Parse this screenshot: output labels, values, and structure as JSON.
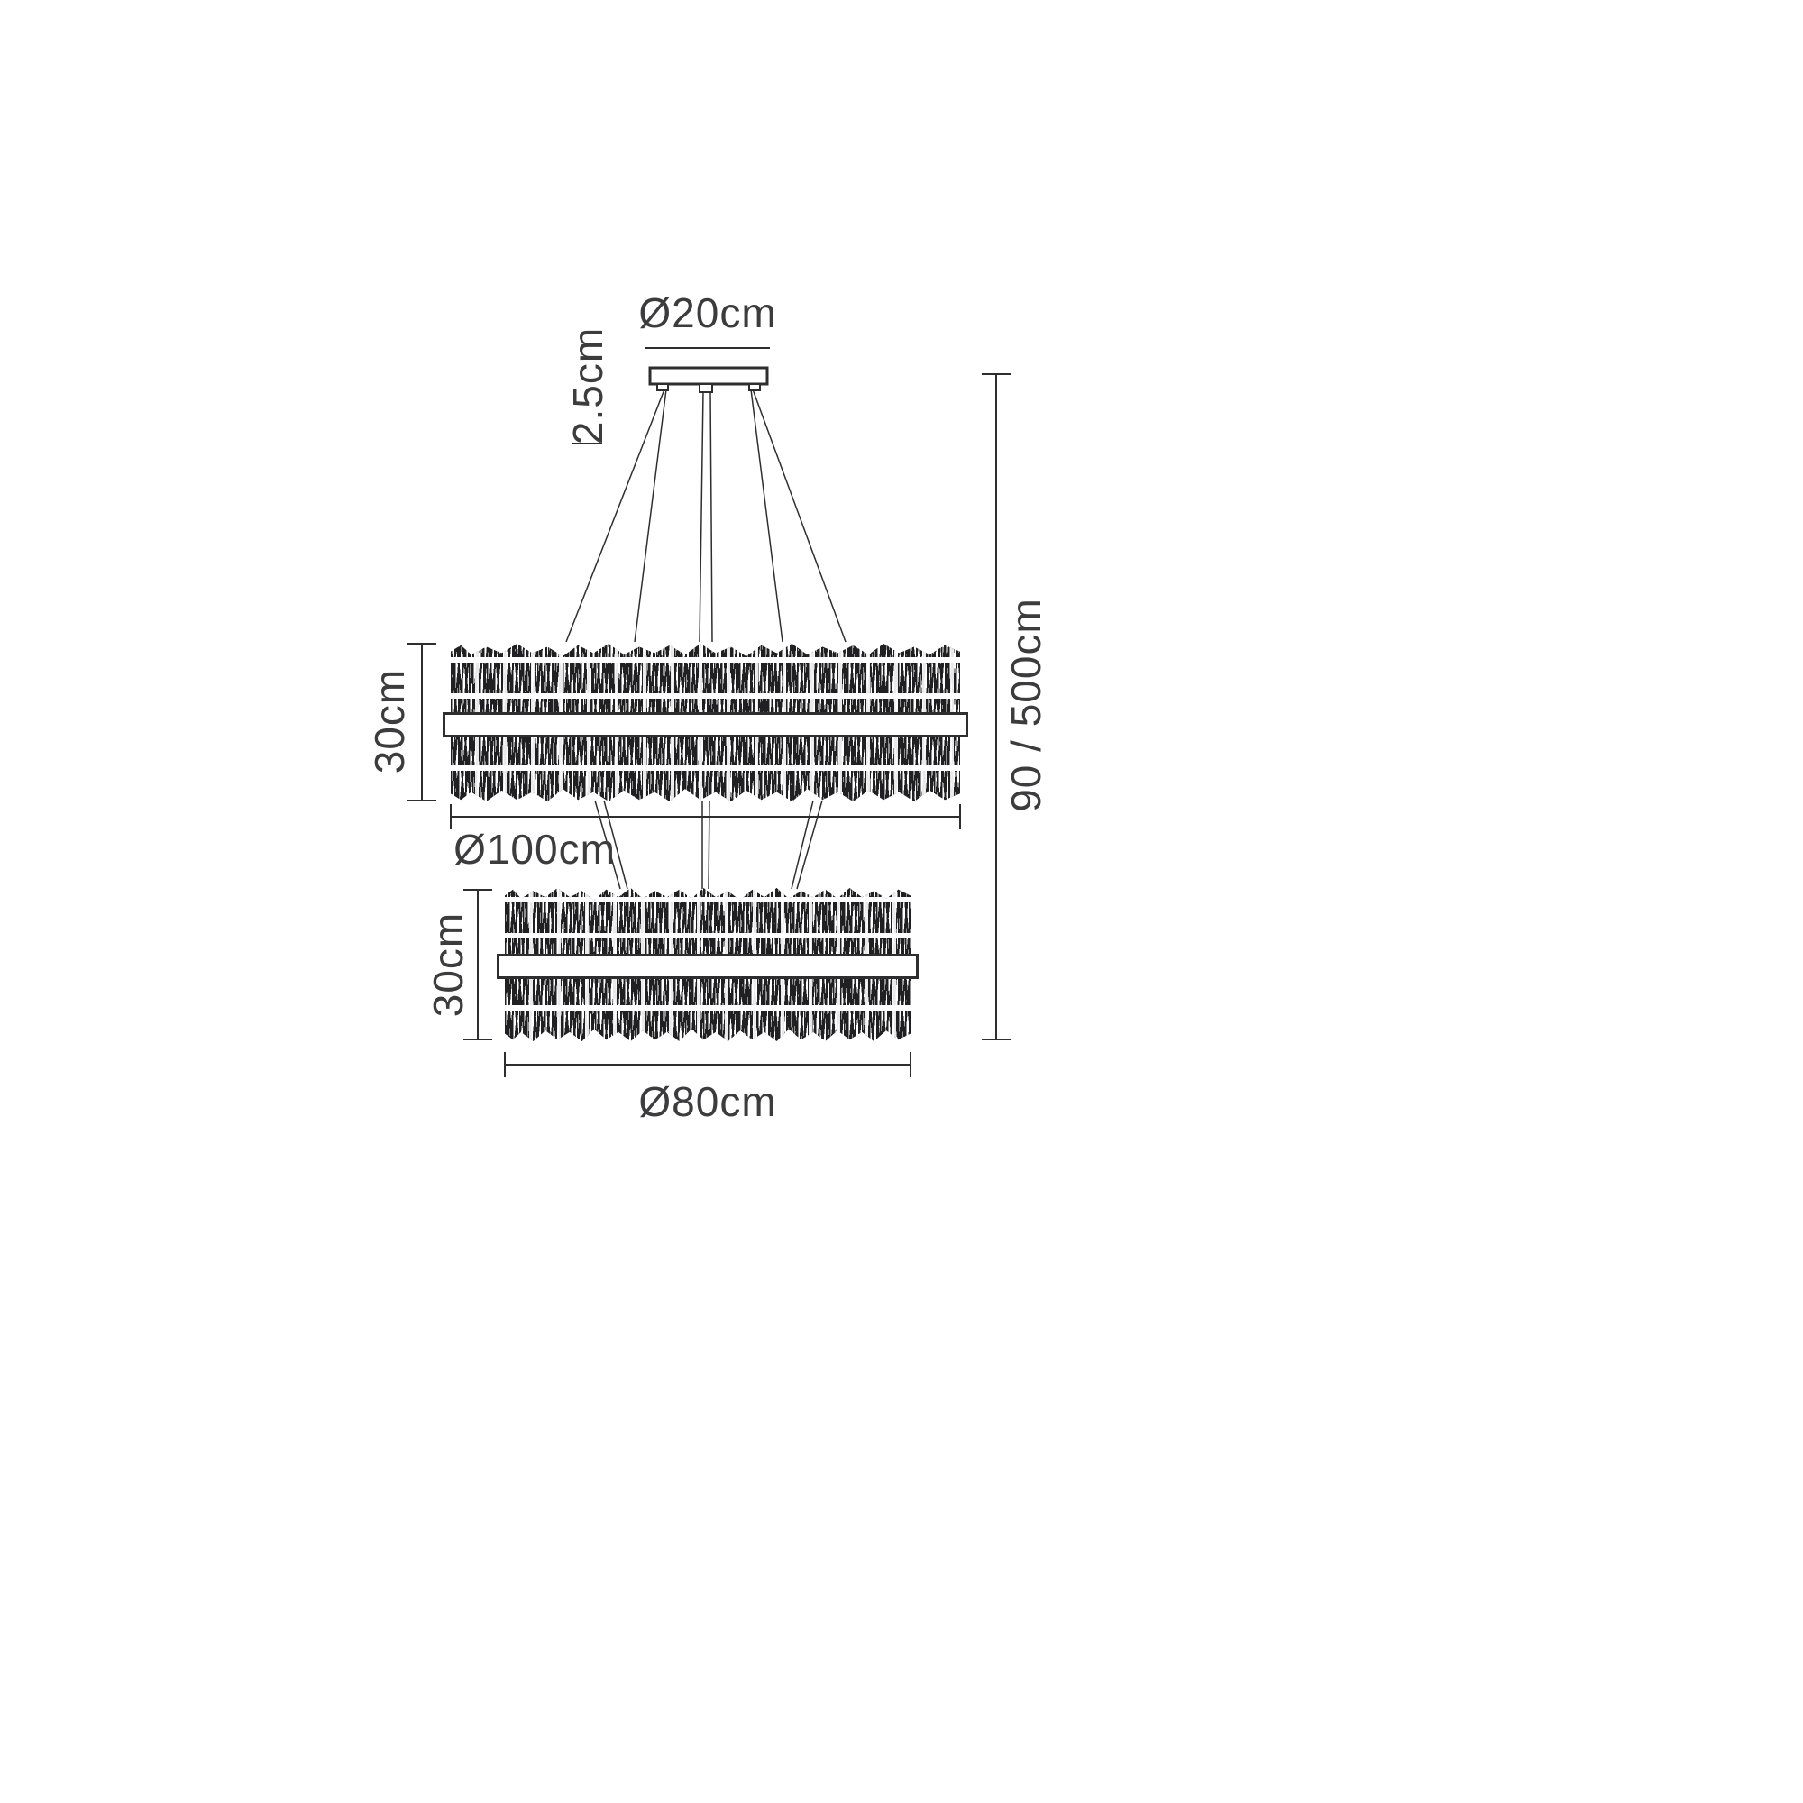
{
  "diagram": {
    "labels": {
      "canopy_diameter": "Ø20cm",
      "canopy_height": "2.5cm",
      "upper_tier_height": "30cm",
      "upper_tier_diameter": "Ø100cm",
      "lower_tier_height": "30cm",
      "lower_tier_diameter": "Ø80cm",
      "overall_drop": "90 / 500cm"
    },
    "colors": {
      "line": "#2e2e2e",
      "text": "#3c3c3e",
      "background": "#ffffff"
    }
  }
}
